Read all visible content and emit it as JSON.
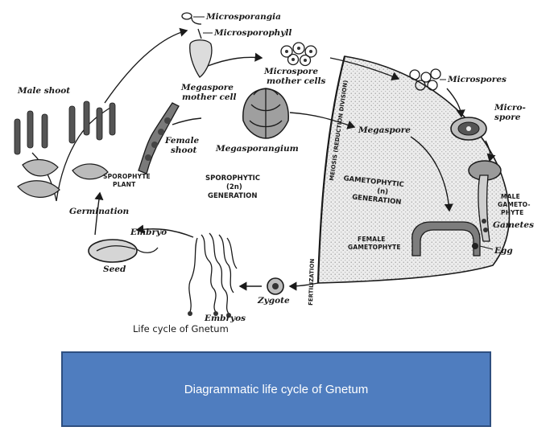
{
  "diagram": {
    "labels": {
      "microsporangia": "Microsporangia",
      "microsporophyll": "Microsporophyll",
      "microspore_mother_cells": [
        "Microspore",
        "mother cells"
      ],
      "megaspore_mother_cell": [
        "Megaspore",
        "mother cell"
      ],
      "megasporangium": "Megasporangium",
      "microspores": "Microspores",
      "microspore": [
        "Micro-",
        "spore"
      ],
      "megaspore": "Megaspore",
      "male_shoot": "Male shoot",
      "female_shoot": [
        "Female",
        "shoot"
      ],
      "sporophyte_plant": [
        "SPOROPHYTE",
        "PLANT"
      ],
      "sporophytic_generation": [
        "SPOROPHYTIC",
        "(2n)",
        "GENERATION"
      ],
      "gametophytic_generation": [
        "GAMETOPHYTIC",
        "(n)",
        "GENERATION"
      ],
      "meiosis": "MEIOSIS (REDUCTION DIVISION)",
      "fertilization": "FERTILIZATION",
      "male_gametophyte": [
        "MALE",
        "GAMETO-",
        "PHYTE"
      ],
      "gametes": "Gametes",
      "female_gametophyte": [
        "FEMALE",
        "GAMETOPHYTE"
      ],
      "egg": "Egg",
      "germination": "Germination",
      "embryo": "Embryo",
      "seed": "Seed",
      "zygote": "Zygote",
      "embryos": "Embryos",
      "figure_title": "Life cycle of Gnetum"
    }
  },
  "caption_box": {
    "text": "Diagrammatic life cycle of Gnetum",
    "fill_color": "#4f7dbf",
    "border_color": "#2e4f80"
  }
}
